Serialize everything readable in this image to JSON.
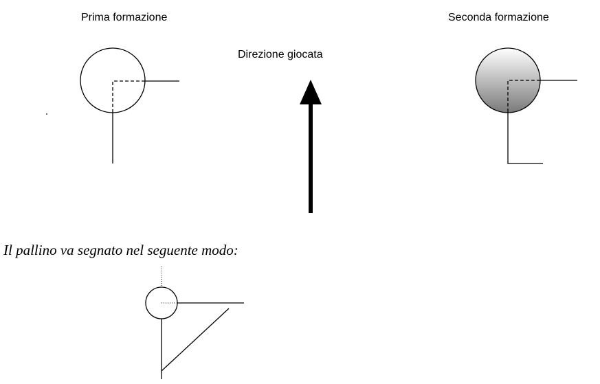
{
  "labels": {
    "first_formation": "Prima formazione",
    "second_formation": "Seconda formazione",
    "play_direction": "Direzione giocata"
  },
  "caption": "Il pallino va segnato nel seguente modo:",
  "colors": {
    "stroke": "#000000",
    "gradient_top": "#ffffff",
    "gradient_bottom": "#7a7a7a"
  }
}
